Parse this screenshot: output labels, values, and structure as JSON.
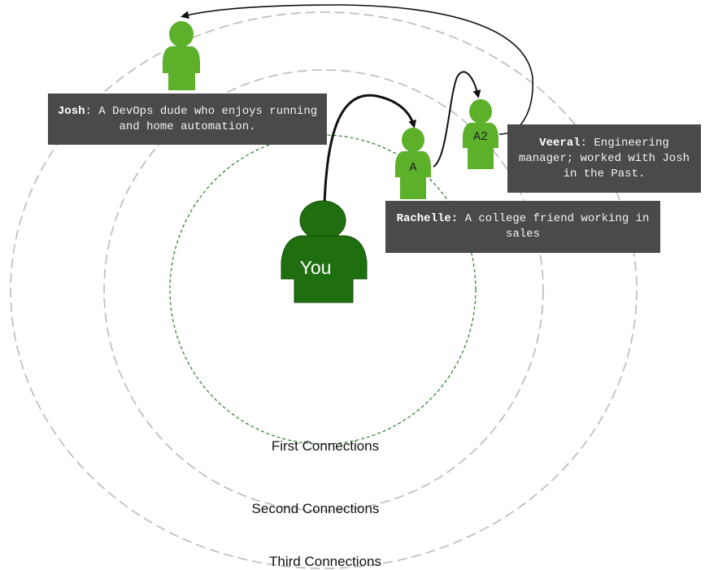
{
  "rings": {
    "first": "First Connections",
    "second": "Second Connections",
    "third": "Third Connections"
  },
  "people": {
    "you": {
      "label": "You"
    },
    "rachelle": {
      "label": "A",
      "name": "Rachelle:",
      "desc": "A college friend working in sales"
    },
    "veeral": {
      "label": "A2",
      "name": "Veeral",
      "desc": ": Engineering manager; worked with Josh in the Past."
    },
    "josh": {
      "name": "Josh",
      "desc": ": A DevOps dude who enjoys running and home automation."
    }
  },
  "colors": {
    "you_figure": "#1f6e0f",
    "friend_figure": "#5cb02a",
    "ring_first": "#2d7a2d",
    "ring_outer": "#b9bdb3",
    "note_bg": "#4a4a4a",
    "arrow": "#111111"
  }
}
